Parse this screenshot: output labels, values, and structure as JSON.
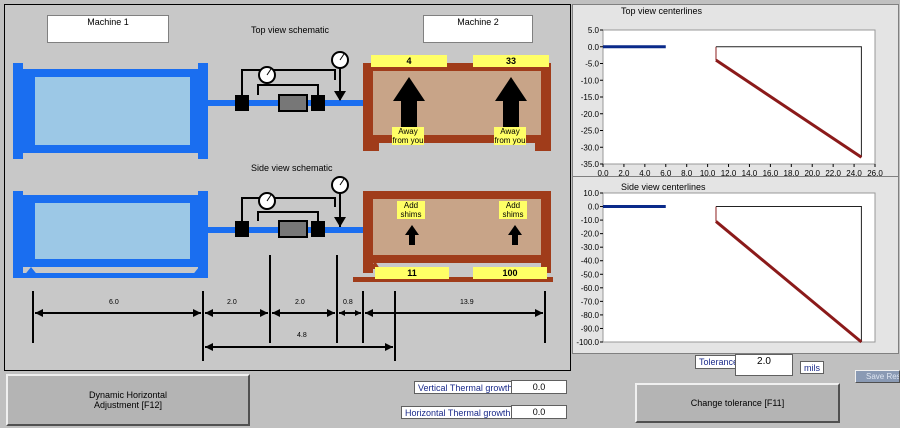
{
  "colors": {
    "machine1_blue": "#1a6ef0",
    "machine1_inner": "#9cc8e6",
    "machine2_brown": "#a03c1a",
    "machine2_inner": "#c8a488",
    "yellow_label": "#ffff66",
    "line_blue": "#0a2a8a",
    "line_red": "#8b1a1a"
  },
  "schematic": {
    "machine1_label": "Machine 1",
    "machine2_label": "Machine 2",
    "top_view_title": "Top view schematic",
    "side_view_title": "Side view schematic",
    "top_front_value": "4",
    "top_rear_value": "33",
    "top_front_direction": "Away from you",
    "top_rear_direction": "Away from you",
    "side_front_action": "Add shims",
    "side_rear_action": "Add shims",
    "side_front_value": "11",
    "side_rear_value": "100",
    "dim_a": "6.0",
    "dim_b": "2.0",
    "dim_c": "2.0",
    "dim_d": "0.8",
    "dim_e": "13.9",
    "dim_total": "4.8"
  },
  "top_chart_title": "Top view centerlines",
  "side_chart_title": "Side view centerlines",
  "chart_data": [
    {
      "type": "line",
      "title": "Top view centerlines",
      "xlim": [
        0,
        26
      ],
      "ylim": [
        -35,
        5
      ],
      "x_ticks": [
        "0.0",
        "2.0",
        "4.0",
        "6.0",
        "8.0",
        "10.0",
        "12.0",
        "14.0",
        "16.0",
        "18.0",
        "20.0",
        "22.0",
        "24.0",
        "26.0"
      ],
      "y_ticks": [
        "5.0",
        "0.0",
        "-5.0",
        "-10.0",
        "-15.0",
        "-20.0",
        "-25.0",
        "-30.0",
        "-35.0"
      ],
      "series": [
        {
          "color": "#0a2a8a",
          "x": [
            0,
            6.0
          ],
          "y": [
            0,
            0
          ]
        },
        {
          "color": "#8b1a1a",
          "x": [
            10.8,
            24.7
          ],
          "y": [
            -4,
            -33
          ]
        }
      ],
      "coupling_x": 10.8,
      "end_x": 24.7
    },
    {
      "type": "line",
      "title": "Side view centerlines",
      "xlim": [
        0,
        26
      ],
      "ylim": [
        -100,
        10
      ],
      "x_ticks": [],
      "y_ticks": [
        "10.0",
        "0.0",
        "-10.0",
        "-20.0",
        "-30.0",
        "-40.0",
        "-50.0",
        "-60.0",
        "-70.0",
        "-80.0",
        "-90.0",
        "-100.0"
      ],
      "series": [
        {
          "color": "#0a2a8a",
          "x": [
            0,
            6.0
          ],
          "y": [
            0,
            0
          ]
        },
        {
          "color": "#8b1a1a",
          "x": [
            10.8,
            24.7
          ],
          "y": [
            -11,
            -100
          ]
        }
      ],
      "coupling_x": 10.8,
      "end_x": 24.7
    }
  ],
  "tolerance": {
    "label": "Tolerance",
    "value": "2.0",
    "unit": "mils"
  },
  "save_label": "Save Result",
  "vertical_growth": {
    "label": "Vertical Thermal growth",
    "value": "0.0"
  },
  "horizontal_growth": {
    "label": "Horizontal Thermal growth",
    "value": "0.0"
  },
  "buttons": {
    "dynamic_line1": "Dynamic Horizontal",
    "dynamic_line2": "Adjustment [F12]",
    "change_tolerance": "Change tolerance [F11]"
  }
}
